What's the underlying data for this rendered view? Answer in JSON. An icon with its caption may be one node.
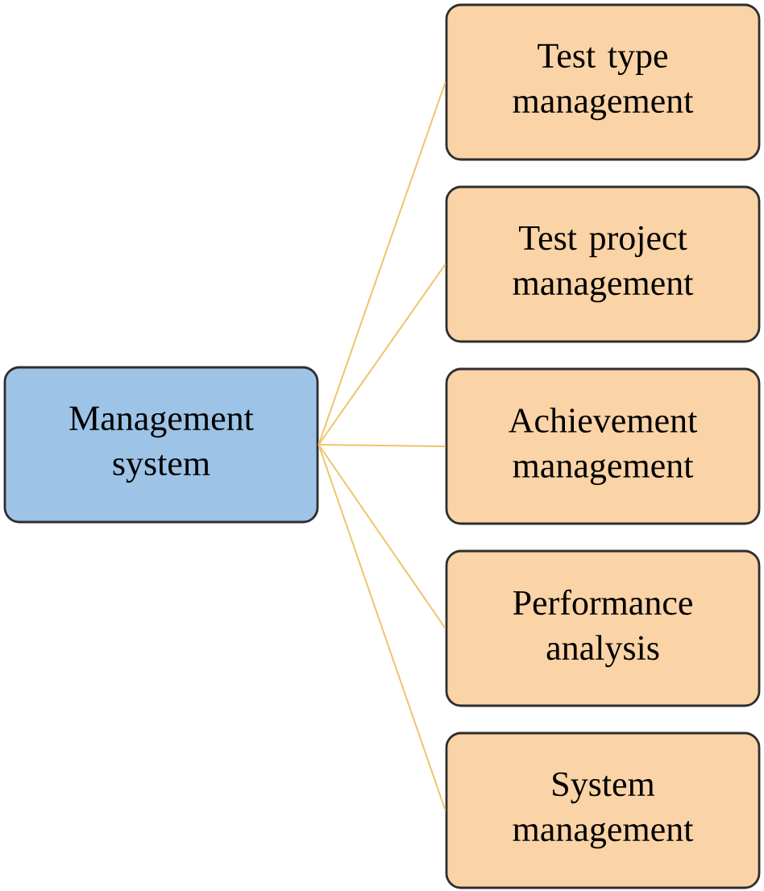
{
  "diagram": {
    "nodes": [
      {
        "text": [
          "Management system"
        ]
      },
      {
        "text": [
          "Test type management"
        ]
      },
      {
        "text": [
          "Test project management"
        ]
      },
      {
        "text": [
          "Achievement management"
        ]
      },
      {
        "text": [
          "Performance analysis"
        ]
      },
      {
        "text": [
          "System management"
        ]
      }
    ],
    "edges": [
      {
        "from": 0,
        "to": 1,
        "arrow": "none"
      },
      {
        "from": 0,
        "to": 2,
        "arrow": "none"
      },
      {
        "from": 0,
        "to": 3,
        "arrow": "none"
      },
      {
        "from": 0,
        "to": 4,
        "arrow": "none"
      },
      {
        "from": 0,
        "to": 5,
        "arrow": "none"
      }
    ]
  }
}
